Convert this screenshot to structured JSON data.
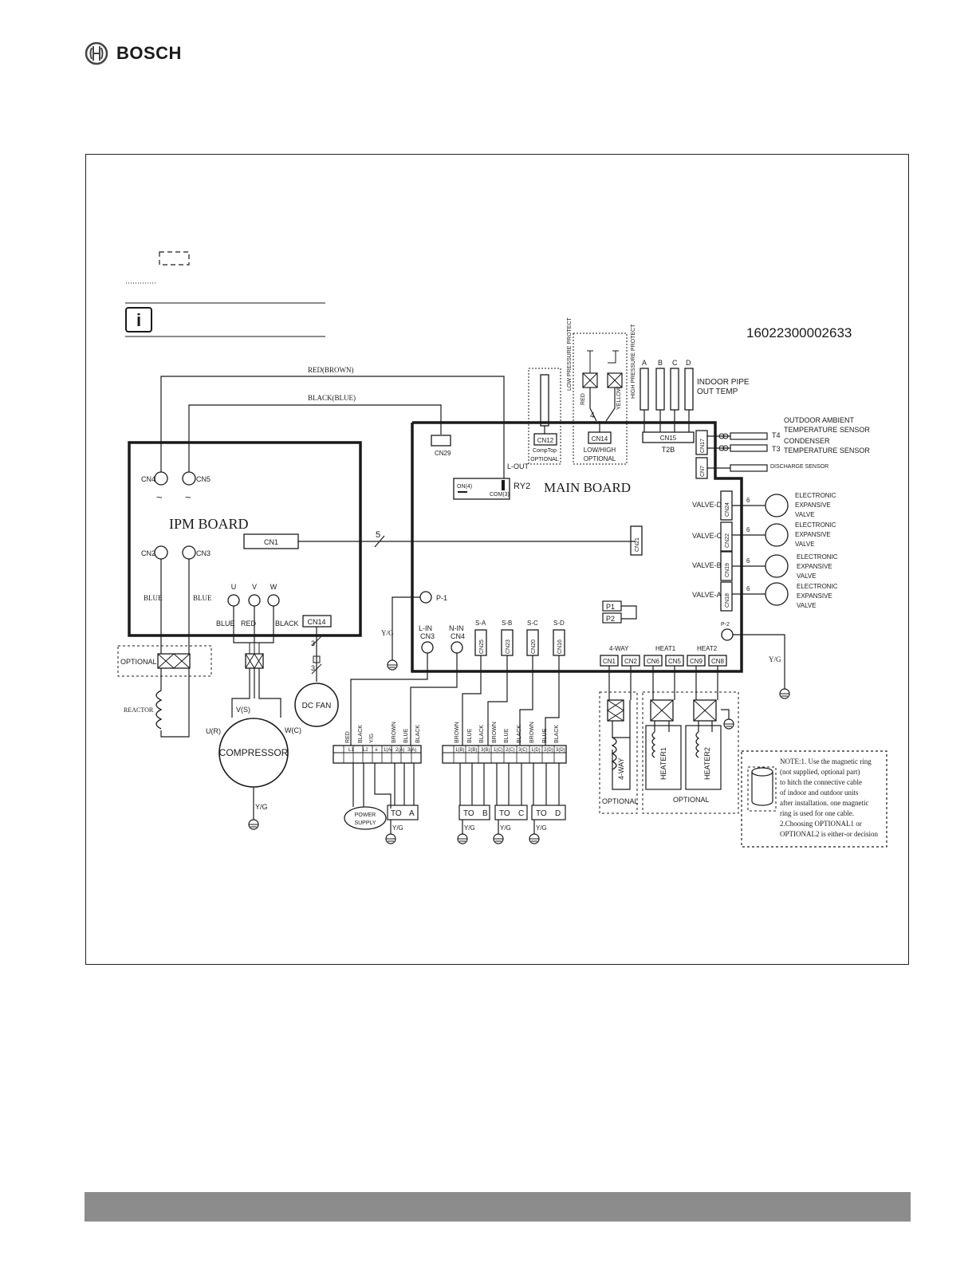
{
  "brand": {
    "name": "BOSCH",
    "logo_icon": "bosch-armature-icon"
  },
  "doc_number": "16022300002633",
  "ipm": {
    "title": "IPM BOARD",
    "cn4": "CN4",
    "cn5": "CN5",
    "cn2": "CN2",
    "cn3": "CN3",
    "cn1": "CN1",
    "u": "U",
    "v": "V",
    "w": "W",
    "cn14": "CN14",
    "blue1": "BLUE",
    "blue2": "BLUE",
    "w_blue": "BLUE",
    "w_red": "RED",
    "w_black": "BLACK"
  },
  "wires": {
    "red_brown": "RED(BROWN)",
    "black_blue": "BLACK(BLUE)",
    "bus5": "5",
    "bus4": "4",
    "fan3a": "3",
    "fan3b": "3"
  },
  "main": {
    "title": "MAIN BOARD",
    "cn29": "CN29",
    "lout": "L-OUT",
    "ry2": "RY2",
    "on4": "ON(4)",
    "com3": "COM(3)",
    "cn12": "CN12",
    "comptop": "CompTop",
    "optional_a": "OPTIONAL",
    "cn14": "CN14",
    "lowhigh": "LOW/HIGH",
    "optional_b": "OPTIONAL",
    "cn15": "CN15",
    "t2b": "T2B",
    "cn17": "CN17",
    "cn7": "CN7",
    "cn21": "CN21",
    "p1": "P-1",
    "p2": "P-2",
    "p1box": "P1",
    "p2box": "P2",
    "lin": "L-IN",
    "cn3": "CN3",
    "nin": "N-IN",
    "cn4": "CN4",
    "sa": "S-A",
    "cn25": "CN25",
    "sb": "S-B",
    "cn23": "CN23",
    "sc": "S-C",
    "cn20": "CN20",
    "sd": "S-D",
    "cn16": "CN16",
    "fourway": "4-WAY",
    "cn1": "CN1",
    "cn2": "CN2",
    "heat1": "HEAT1",
    "cn6": "CN6",
    "cn5": "CN5",
    "heat2": "HEAT2",
    "cn9": "CN9",
    "cn8": "CN8"
  },
  "protect": {
    "low": "LOW PRESSURE PROTECT",
    "high": "HIGH PRESSURE PROTECT",
    "red": "RED",
    "yellow": "YELLOW"
  },
  "sensors": {
    "a": "A",
    "b": "B",
    "c": "C",
    "d": "D",
    "indoor1": "INDOOR PIPE",
    "indoor2": "OUT TEMP",
    "t4": "T4",
    "t3": "T3",
    "outdoor1": "OUTDOOR AMBIENT",
    "outdoor2": "TEMPERATURE SENSOR",
    "cond1": "CONDENSER",
    "cond2": "TEMPERATURE SENSOR",
    "discharge": "DISCHARGE SENSOR"
  },
  "valves": [
    {
      "label": "VALVE-D",
      "cn": "CN24",
      "n": "6",
      "l1": "ELECTRONIC",
      "l2": "EXPANSIVE",
      "l3": "VALVE"
    },
    {
      "label": "VALVE-C",
      "cn": "CN22",
      "n": "6",
      "l1": "ELECTRONIC",
      "l2": "EXPANSIVE",
      "l3": "VALVE"
    },
    {
      "label": "VALVE-B",
      "cn": "CN19",
      "n": "6",
      "l1": "ELECTRONIC",
      "l2": "EXPANSIVE",
      "l3": "VALVE"
    },
    {
      "label": "VALVE-A",
      "cn": "CN18",
      "n": "6",
      "l1": "ELECTRONIC",
      "l2": "EXPANSIVE",
      "l3": "VALVE"
    }
  ],
  "parts": {
    "optional": "OPTIONAL",
    "reactor": "REACTOR",
    "compressor": "COMPRESSOR",
    "vs": "V(S)",
    "ur": "U(R)",
    "wc": "W(C)",
    "yg": "Y/G",
    "dcfan": "DC FAN",
    "power1": "POWER",
    "power2": "SUPPLY",
    "toa_to": "TO",
    "toa": "A",
    "tob_to": "TO",
    "tob": "B",
    "toc_to": "TO",
    "toc": "C",
    "tod_to": "TO",
    "tod": "D",
    "fourway": "4-WAY",
    "heater1": "HEATER1",
    "heater2": "HEATER2",
    "opt1": "OPTIONAL",
    "opt2": "OPTIONAL"
  },
  "term1": {
    "wires": [
      "RED",
      "BLACK",
      "Y/G",
      "BROWN",
      "BLUE",
      "BLACK"
    ],
    "pins": [
      "L1",
      "L2",
      "⏚",
      "1(A)",
      "2(A)",
      "3(A)"
    ]
  },
  "term2": {
    "wires": [
      "BROWN",
      "BLUE",
      "BLACK",
      "BROWN",
      "BLUE",
      "BLACK",
      "BROWN",
      "BLUE",
      "BLACK"
    ],
    "pins": [
      "1(B)",
      "2(B)",
      "3(B)",
      "1(C)",
      "2(C)",
      "3(C)",
      "1(D)",
      "2(D)",
      "3(D)"
    ]
  },
  "note": {
    "lines": [
      "NOTE:1. Use the magnetic ring",
      "(not supplied, optional part)",
      "to hitch the connective cable",
      "of indoor and outdoor units",
      "after installation. one magnetic",
      "ring is used for one cable.",
      "2.Choosing  OPTIONAL1 or",
      "OPTIONAL2 is either-or decision"
    ]
  }
}
